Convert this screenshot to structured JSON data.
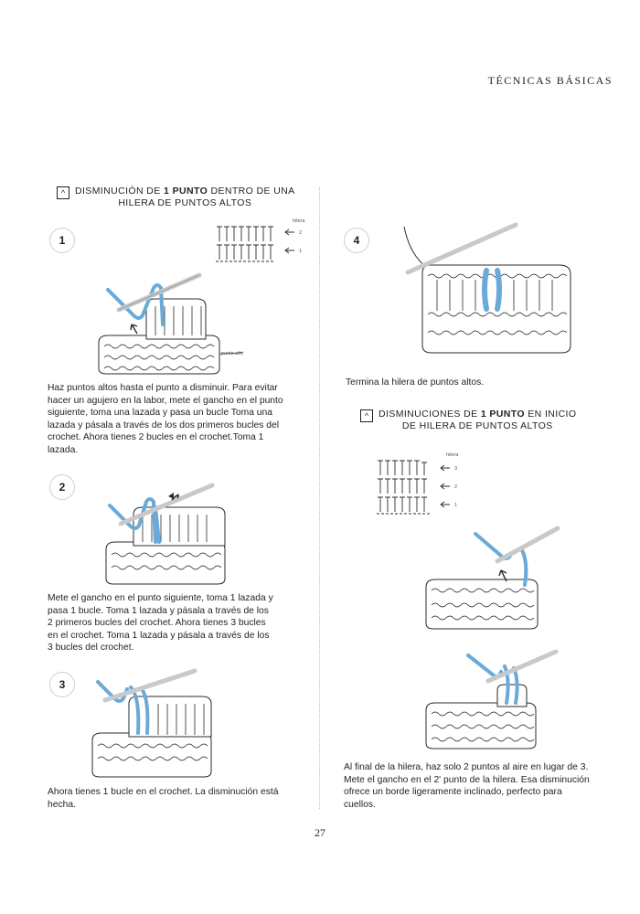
{
  "header": {
    "title": "TÉCNICAS BÁSICAS"
  },
  "left_section": {
    "title_line1_pre": "DISMINUCIÓN DE ",
    "title_line1_bold": "1 PUNTO",
    "title_line1_post": " DENTRO DE UNA",
    "title_line2": "HILERA DE PUNTOS ALTOS",
    "icon": "crochet-symbol-icon"
  },
  "diagram_labels": {
    "hilera": "hilera",
    "row1": "1",
    "row2": "2",
    "row3": "3",
    "punto_alto": "punto alto"
  },
  "steps": [
    {
      "number": "1",
      "text": "Haz puntos altos hasta el punto a disminuir. Para evitar hacer un agujero en la labor, mete el gancho en el punto siguiente, toma una lazada y pasa un bucle Toma una lazada y pásala a través de los dos primeros bucles del crochet. Ahora tienes 2 bucles en el crochet.Toma 1 lazada."
    },
    {
      "number": "2",
      "text": "Mete el gancho en el punto siguiente, toma 1 lazada y pasa 1 bucle. Toma 1 lazada y pásala a través de los 2 primeros bucles del crochet. Ahora tienes 3 bucles en el crochet. Toma 1 lazada y pásala a través de los 3 bucles del crochet."
    },
    {
      "number": "3",
      "text": "Ahora tienes 1 bucle en el crochet. La disminución está hecha."
    },
    {
      "number": "4",
      "text": "Termina la hilera de puntos altos."
    }
  ],
  "right_section": {
    "title_line1_pre": "DISMINUCIONES DE ",
    "title_line1_bold": "1 PUNTO",
    "title_line1_post": " EN INICIO",
    "title_line2": "DE HILERA DE PUNTOS ALTOS",
    "icon": "crochet-symbol-icon",
    "text": "Al final de la hilera, haz solo 2 puntos al aire en lugar de 3. Mete el gancho en el 2' punto de la hilera. Esa disminución ofrece un borde ligeramente inclinado, perfecto para cuellos."
  },
  "page_number": "27",
  "colors": {
    "accent_blue": "#6aaad9",
    "line": "#2b2b2b",
    "hook": "#c9c9c9"
  }
}
